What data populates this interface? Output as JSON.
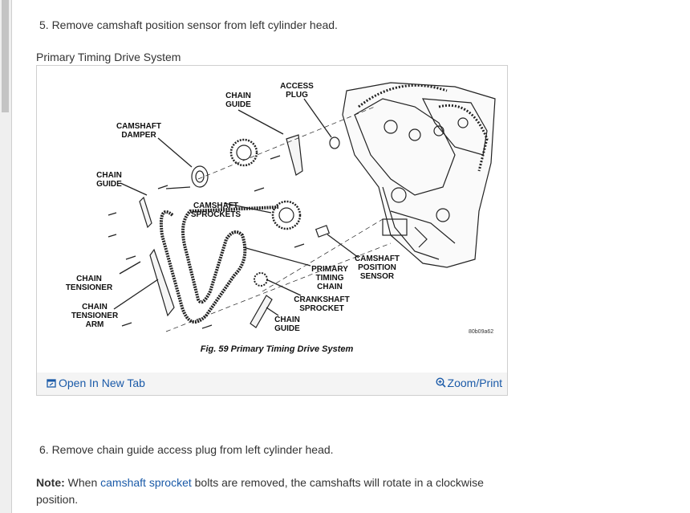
{
  "steps": {
    "step5": "5. Remove camshaft position sensor from left cylinder head.",
    "step6": "6. Remove chain guide access plug from left cylinder head."
  },
  "figure": {
    "caption": "Primary Timing Drive System",
    "fig_title": "Fig. 59 Primary Timing Drive System",
    "fig_id": "80b09a62",
    "labels": {
      "chain_guide_top_1": "CHAIN",
      "chain_guide_top_2": "GUIDE",
      "access_plug_1": "ACCESS",
      "access_plug_2": "PLUG",
      "camshaft_damper_1": "CAMSHAFT",
      "camshaft_damper_2": "DAMPER",
      "chain_guide_left_1": "CHAIN",
      "chain_guide_left_2": "GUIDE",
      "camshaft_sprockets_1": "CAMSHAFT",
      "camshaft_sprockets_2": "SPROCKETS",
      "chain_tensioner_1": "CHAIN",
      "chain_tensioner_2": "TENSIONER",
      "tensioner_arm_1": "CHAIN",
      "tensioner_arm_2": "TENSIONER",
      "tensioner_arm_3": "ARM",
      "primary_timing_chain_1": "PRIMARY",
      "primary_timing_chain_2": "TIMING",
      "primary_timing_chain_3": "CHAIN",
      "camshaft_position_sensor_1": "CAMSHAFT",
      "camshaft_position_sensor_2": "POSITION",
      "camshaft_position_sensor_3": "SENSOR",
      "crankshaft_sprocket_1": "CRANKSHAFT",
      "crankshaft_sprocket_2": "SPROCKET",
      "chain_guide_bottom_1": "CHAIN",
      "chain_guide_bottom_2": "GUIDE"
    },
    "open_new_tab": "Open In New Tab",
    "zoom_print": "Zoom/Print"
  },
  "note": {
    "label": "Note:",
    "text_before": " When ",
    "link": "camshaft sprocket",
    "text_after": " bolts are removed, the camshafts will rotate in a clockwise position."
  }
}
